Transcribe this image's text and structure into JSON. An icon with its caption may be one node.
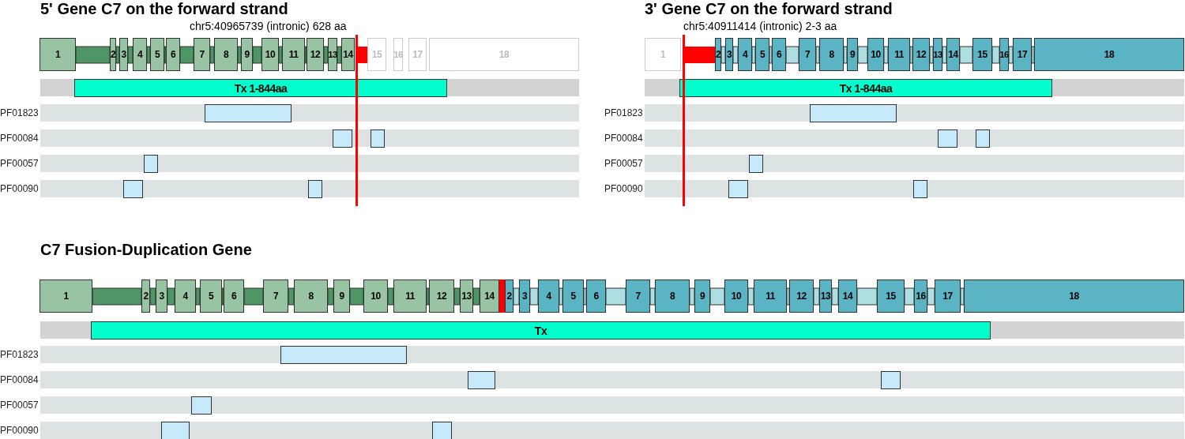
{
  "diagram": {
    "nodes": [
      {
        "text": [
          "1"
        ]
      },
      {
        "text": [
          "2"
        ]
      },
      {
        "text": [
          "3"
        ]
      },
      {
        "text": [
          "4"
        ]
      },
      {
        "text": [
          "5"
        ]
      },
      {
        "text": [
          "6"
        ]
      },
      {
        "text": [
          "7"
        ]
      },
      {
        "text": [
          "8"
        ]
      },
      {
        "text": [
          "9"
        ]
      },
      {
        "text": [
          "10"
        ]
      },
      {
        "text": [
          "11"
        ]
      },
      {
        "text": [
          "12"
        ]
      },
      {
        "text": [
          "13"
        ]
      },
      {
        "text": [
          "14"
        ]
      },
      {
        "text": [],
        "shape": "bar"
      },
      {
        "text": [
          "15"
        ]
      },
      {
        "text": [
          "16"
        ]
      },
      {
        "text": [
          "17"
        ]
      },
      {
        "text": [
          "18"
        ]
      },
      {
        "text": [
          "Tx 1-844aa"
        ]
      },
      {
        "text": [],
        "shape": "box"
      },
      {
        "text": [],
        "shape": "box"
      },
      {
        "text": [],
        "shape": "box"
      },
      {
        "text": [],
        "shape": "box"
      },
      {
        "text": [],
        "shape": "box"
      },
      {
        "text": [],
        "shape": "box"
      },
      {
        "text": [
          "1"
        ]
      },
      {
        "text": [],
        "shape": "bar"
      },
      {
        "text": [
          "2"
        ]
      },
      {
        "text": [
          "3"
        ]
      },
      {
        "text": [
          "4"
        ]
      },
      {
        "text": [
          "5"
        ]
      },
      {
        "text": [
          "6"
        ]
      },
      {
        "text": [
          "7"
        ]
      },
      {
        "text": [
          "8"
        ]
      },
      {
        "text": [
          "9"
        ]
      },
      {
        "text": [
          "10"
        ]
      },
      {
        "text": [
          "11"
        ]
      },
      {
        "text": [
          "12"
        ]
      },
      {
        "text": [
          "13"
        ]
      },
      {
        "text": [
          "14"
        ]
      },
      {
        "text": [
          "15"
        ]
      },
      {
        "text": [
          "16"
        ]
      },
      {
        "text": [
          "17"
        ]
      },
      {
        "text": [
          "18"
        ]
      },
      {
        "text": [
          "Tx 1-844aa"
        ]
      },
      {
        "text": [],
        "shape": "box"
      },
      {
        "text": [],
        "shape": "box"
      },
      {
        "text": [],
        "shape": "box"
      },
      {
        "text": [],
        "shape": "box"
      },
      {
        "text": [],
        "shape": "box"
      },
      {
        "text": [],
        "shape": "box"
      },
      {
        "text": [
          "1"
        ]
      },
      {
        "text": [
          "2"
        ]
      },
      {
        "text": [
          "3"
        ]
      },
      {
        "text": [
          "4"
        ]
      },
      {
        "text": [
          "5"
        ]
      },
      {
        "text": [
          "6"
        ]
      },
      {
        "text": [
          "7"
        ]
      },
      {
        "text": [
          "8"
        ]
      },
      {
        "text": [
          "9"
        ]
      },
      {
        "text": [
          "10"
        ]
      },
      {
        "text": [
          "11"
        ]
      },
      {
        "text": [
          "12"
        ]
      },
      {
        "text": [
          "13"
        ]
      },
      {
        "text": [
          "14"
        ]
      },
      {
        "text": [],
        "shape": "bar"
      },
      {
        "text": [
          "2"
        ]
      },
      {
        "text": [
          "3"
        ]
      },
      {
        "text": [
          "4"
        ]
      },
      {
        "text": [
          "5"
        ]
      },
      {
        "text": [
          "6"
        ]
      },
      {
        "text": [
          "7"
        ]
      },
      {
        "text": [
          "8"
        ]
      },
      {
        "text": [
          "9"
        ]
      },
      {
        "text": [
          "10"
        ]
      },
      {
        "text": [
          "11"
        ]
      },
      {
        "text": [
          "12"
        ]
      },
      {
        "text": [
          "13"
        ]
      },
      {
        "text": [
          "14"
        ]
      },
      {
        "text": [
          "15"
        ]
      },
      {
        "text": [
          "16"
        ]
      },
      {
        "text": [
          "17"
        ]
      },
      {
        "text": [
          "18"
        ]
      },
      {
        "text": [
          "Tx"
        ]
      },
      {
        "text": [],
        "shape": "box"
      },
      {
        "text": [],
        "shape": "box"
      },
      {
        "text": [],
        "shape": "box"
      },
      {
        "text": [],
        "shape": "box"
      },
      {
        "text": [],
        "shape": "box"
      },
      {
        "text": [],
        "shape": "box"
      }
    ],
    "edges": [
      {
        "from": 0,
        "to": 1,
        "arrow": "none",
        "color": "#4e9665"
      },
      {
        "from": 1,
        "to": 2,
        "arrow": "none",
        "color": "#4e9665"
      },
      {
        "from": 2,
        "to": 3,
        "arrow": "none",
        "color": "#4e9665"
      },
      {
        "from": 3,
        "to": 4,
        "arrow": "none",
        "color": "#4e9665"
      },
      {
        "from": 4,
        "to": 5,
        "arrow": "none",
        "color": "#4e9665"
      },
      {
        "from": 5,
        "to": 6,
        "arrow": "none",
        "color": "#4e9665"
      },
      {
        "from": 6,
        "to": 7,
        "arrow": "none",
        "color": "#4e9665"
      },
      {
        "from": 7,
        "to": 8,
        "arrow": "none",
        "color": "#4e9665"
      },
      {
        "from": 8,
        "to": 9,
        "arrow": "none",
        "color": "#4e9665"
      },
      {
        "from": 9,
        "to": 10,
        "arrow": "none",
        "color": "#4e9665"
      },
      {
        "from": 10,
        "to": 11,
        "arrow": "none",
        "color": "#4e9665"
      },
      {
        "from": 11,
        "to": 12,
        "arrow": "none",
        "color": "#4e9665"
      },
      {
        "from": 12,
        "to": 13,
        "arrow": "none",
        "color": "#4e9665"
      },
      {
        "from": 28,
        "to": 29,
        "arrow": "none"
      },
      {
        "from": 29,
        "to": 30,
        "arrow": "none"
      },
      {
        "from": 30,
        "to": 31,
        "arrow": "none"
      },
      {
        "from": 31,
        "to": 32,
        "arrow": "none"
      },
      {
        "from": 32,
        "to": 33,
        "arrow": "none"
      },
      {
        "from": 33,
        "to": 34,
        "arrow": "none"
      },
      {
        "from": 34,
        "to": 35,
        "arrow": "none"
      },
      {
        "from": 35,
        "to": 36,
        "arrow": "none"
      },
      {
        "from": 36,
        "to": 37,
        "arrow": "none"
      },
      {
        "from": 37,
        "to": 38,
        "arrow": "none"
      },
      {
        "from": 38,
        "to": 39,
        "arrow": "none"
      },
      {
        "from": 39,
        "to": 40,
        "arrow": "none"
      },
      {
        "from": 40,
        "to": 41,
        "arrow": "none"
      },
      {
        "from": 41,
        "to": 42,
        "arrow": "none"
      },
      {
        "from": 42,
        "to": 43,
        "arrow": "none"
      },
      {
        "from": 43,
        "to": 44,
        "arrow": "none"
      },
      {
        "from": 52,
        "to": 53,
        "arrow": "none",
        "color": "#4e9665"
      },
      {
        "from": 53,
        "to": 54,
        "arrow": "none",
        "color": "#4e9665"
      },
      {
        "from": 54,
        "to": 55,
        "arrow": "none",
        "color": "#4e9665"
      },
      {
        "from": 55,
        "to": 56,
        "arrow": "none",
        "color": "#4e9665"
      },
      {
        "from": 56,
        "to": 57,
        "arrow": "none",
        "color": "#4e9665"
      },
      {
        "from": 57,
        "to": 58,
        "arrow": "none",
        "color": "#4e9665"
      },
      {
        "from": 58,
        "to": 59,
        "arrow": "none",
        "color": "#4e9665"
      },
      {
        "from": 59,
        "to": 60,
        "arrow": "none",
        "color": "#4e9665"
      },
      {
        "from": 60,
        "to": 61,
        "arrow": "none",
        "color": "#4e9665"
      },
      {
        "from": 61,
        "to": 62,
        "arrow": "none",
        "color": "#4e9665"
      },
      {
        "from": 62,
        "to": 63,
        "arrow": "none",
        "color": "#4e9665"
      },
      {
        "from": 63,
        "to": 64,
        "arrow": "none",
        "color": "#4e9665"
      },
      {
        "from": 64,
        "to": 65,
        "arrow": "none",
        "color": "#4e9665"
      },
      {
        "from": 67,
        "to": 68,
        "arrow": "none"
      },
      {
        "from": 68,
        "to": 69,
        "arrow": "none"
      },
      {
        "from": 69,
        "to": 70,
        "arrow": "none"
      },
      {
        "from": 70,
        "to": 71,
        "arrow": "none"
      },
      {
        "from": 71,
        "to": 72,
        "arrow": "none"
      },
      {
        "from": 72,
        "to": 73,
        "arrow": "none"
      },
      {
        "from": 73,
        "to": 74,
        "arrow": "none"
      },
      {
        "from": 74,
        "to": 75,
        "arrow": "none"
      },
      {
        "from": 75,
        "to": 76,
        "arrow": "none"
      },
      {
        "from": 76,
        "to": 77,
        "arrow": "none"
      },
      {
        "from": 77,
        "to": 78,
        "arrow": "none"
      },
      {
        "from": 78,
        "to": 79,
        "arrow": "none"
      },
      {
        "from": 79,
        "to": 80,
        "arrow": "none"
      },
      {
        "from": 80,
        "to": 81,
        "arrow": "none"
      },
      {
        "from": 81,
        "to": 82,
        "arrow": "none"
      },
      {
        "from": 82,
        "to": 83,
        "arrow": "none"
      }
    ],
    "labels": [
      "5' Gene C7 on the forward strand",
      "3' Gene C7 on the forward strand",
      "chr5:40965739 (intronic) 628 aa",
      "chr5:40911414 (intronic) 2-3 aa",
      "PF01823",
      "PF01823",
      "PF00084",
      "PF00084",
      "PF00057",
      "PF00057",
      "PF00090",
      "PF00090",
      "C7 Fusion-Duplication Gene",
      "PF01823",
      "PF00084",
      "PF00057",
      "PF00090"
    ]
  }
}
